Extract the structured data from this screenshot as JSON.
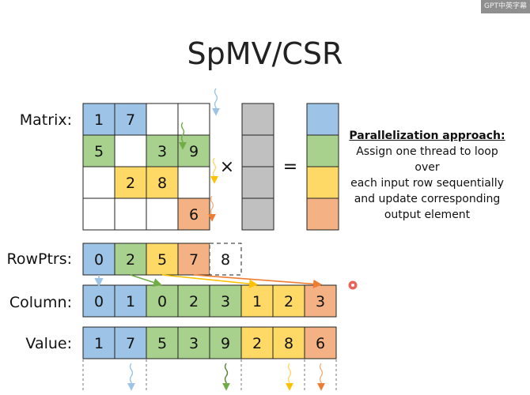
{
  "slide": {
    "title": "SpMV/CSR",
    "watermark": "GPT中英字幕"
  },
  "labels": {
    "matrix": "Matrix:",
    "rowptrs": "RowPtrs:",
    "column": "Column:",
    "value": "Value:",
    "times": "×",
    "equals": "="
  },
  "colors": {
    "row0": "#9dc3e6",
    "row1": "#a9d18e",
    "row2": "#ffd966",
    "row3": "#f4b183",
    "gray": "#c0c0c0",
    "stroke": "#222222",
    "arrow_blue": "#9dc3e6",
    "arrow_green": "#70ad47",
    "arrow_yellow": "#ffc000",
    "arrow_orange": "#ed7d31",
    "cursor": "#e8473a"
  },
  "matrix": {
    "cells": [
      [
        "1",
        "7",
        "",
        ""
      ],
      [
        "5",
        "",
        "3",
        "9"
      ],
      [
        "",
        "2",
        "8",
        ""
      ],
      [
        "",
        "",
        "",
        "6"
      ]
    ]
  },
  "rowptrs": {
    "values": [
      "0",
      "2",
      "5",
      "7",
      "8"
    ],
    "rows": [
      0,
      1,
      2,
      3,
      null
    ]
  },
  "column": {
    "values": [
      "0",
      "1",
      "0",
      "2",
      "3",
      "1",
      "2",
      "3"
    ],
    "rows": [
      0,
      0,
      1,
      1,
      1,
      2,
      2,
      3
    ]
  },
  "value": {
    "values": [
      "1",
      "7",
      "5",
      "3",
      "9",
      "2",
      "8",
      "6"
    ],
    "rows": [
      0,
      0,
      1,
      1,
      1,
      2,
      2,
      3
    ]
  },
  "note": {
    "title": "Parallelization approach:",
    "lines": [
      "Assign one thread to loop over",
      "each input row sequentially",
      "and update corresponding",
      "output element"
    ]
  }
}
